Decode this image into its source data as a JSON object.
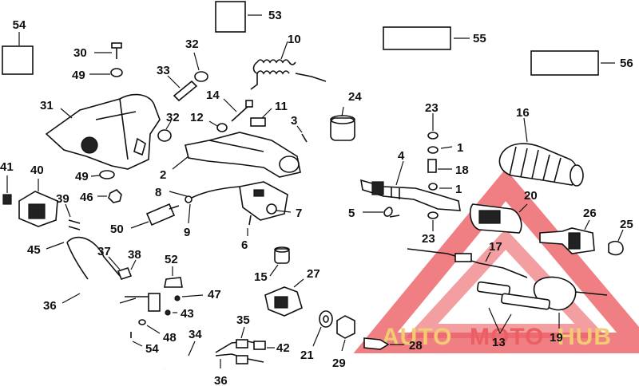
{
  "diagram": {
    "callouts": [
      "54",
      "53",
      "55",
      "56",
      "30",
      "49",
      "32",
      "33",
      "10",
      "14",
      "11",
      "12",
      "3",
      "31",
      "24",
      "23",
      "16",
      "1",
      "18",
      "4",
      "41",
      "40",
      "2",
      "39",
      "46",
      "8",
      "50",
      "9",
      "7",
      "5",
      "20",
      "26",
      "25",
      "45",
      "6",
      "52",
      "37",
      "38",
      "17",
      "15",
      "27",
      "47",
      "43",
      "36",
      "48",
      "34",
      "35",
      "42",
      "54",
      "21",
      "29",
      "28",
      "13",
      "19",
      "23",
      "49",
      "32",
      "1"
    ],
    "watermark": {
      "text_part1": "AUTO",
      "text_part2": "MOTO",
      "text_part3": "HUB",
      "color_red": "#e8434a",
      "color_gold": "#f0c25a"
    }
  }
}
